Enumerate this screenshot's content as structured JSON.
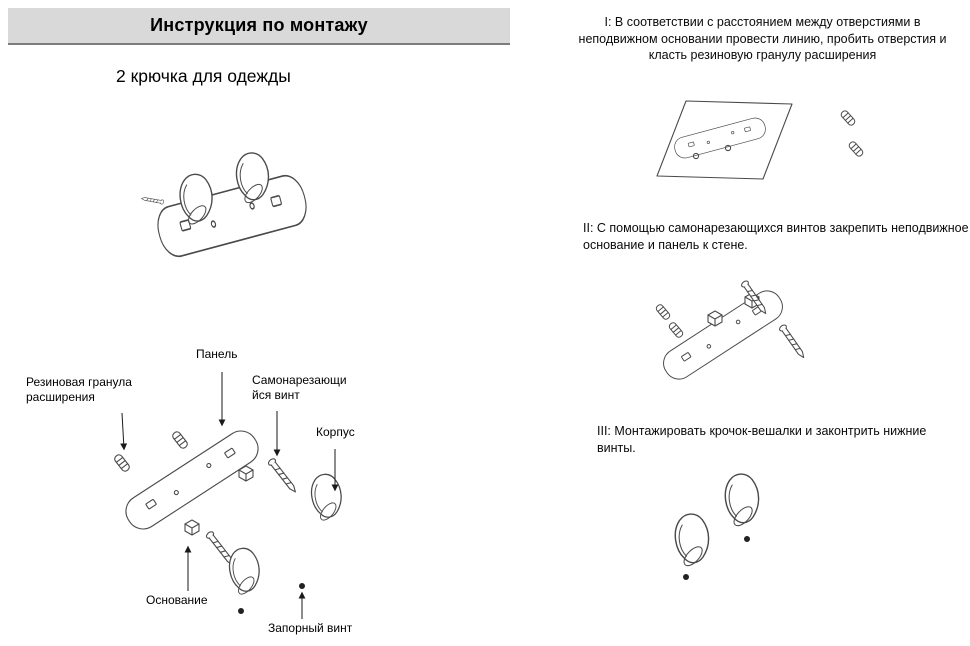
{
  "header": {
    "title": "Инструкция по монтажу"
  },
  "product": {
    "subtitle": "2 крючка для одежды"
  },
  "exploded": {
    "panel_label": "Панель",
    "rubber_label_lines": [
      "Резиновая гранула",
      "расширения"
    ],
    "screw_label_lines": [
      "Самонарезающи",
      "йся винт"
    ],
    "body_label": "Корпус",
    "base_label": "Основание",
    "lock_label": "Запорный винт"
  },
  "steps": [
    {
      "id": "I",
      "text": "I: В соответствии с расстоянием между отверстиями в неподвижном основании провести линию, пробить отверстия и класть резиновую гранулу расширения"
    },
    {
      "id": "II",
      "text": "II: С помощью самонарезающихся винтов закрепить неподвижное основание и панель к стене."
    },
    {
      "id": "III",
      "text": "III: Монтажировать крочок-вешалки и законтрить нижние винты."
    }
  ]
}
